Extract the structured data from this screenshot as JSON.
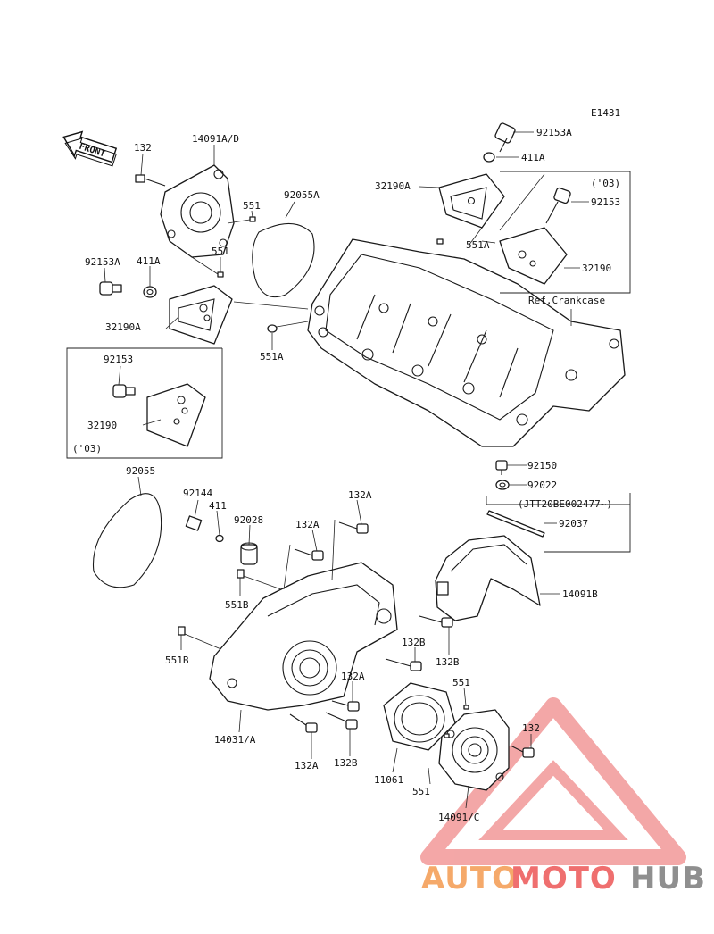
{
  "diagram_code": "E1431",
  "front_label": "FRONT",
  "ref_label": "Ref.Crankcase",
  "callouts": {
    "c132_top": "132",
    "c14091AD": "14091A/D",
    "c92055A": "92055A",
    "c551_a": "551",
    "c551_b": "551",
    "c92153A_left": "92153A",
    "c411A_left": "411A",
    "c32190A_left": "32190A",
    "c551A_mid": "551A",
    "c92153_box": "92153",
    "c32190_box": "32190",
    "c03_left": "('03)",
    "c92153A_right": "92153A",
    "c411A_right": "411A",
    "c32190A_right": "32190A",
    "c551A_right": "551A",
    "c03_right": "('03)",
    "c92153_right": "92153",
    "c32190_right": "32190",
    "c92055": "92055",
    "c92144": "92144",
    "c411": "411",
    "c92028": "92028",
    "c132A_1": "132A",
    "c132A_2": "132A",
    "c551B_1": "551B",
    "c551B_2": "551B",
    "c92150": "92150",
    "c92022": "92022",
    "c_jtt": "(JTT20BE002477~)",
    "c92037": "92037",
    "c14091B": "14091B",
    "c132B_1": "132B",
    "c132B_2": "132B",
    "c132A_3": "132A",
    "c551_c": "551",
    "c132_right": "132",
    "c14031A": "14031/A",
    "c132A_4": "132A",
    "c132B_3": "132B",
    "c11061": "11061",
    "c551_d": "551",
    "c14091C": "14091/C"
  },
  "watermark": {
    "part1": "AUTO",
    "part2": "MOTO",
    "part3": "HUB",
    "colors": {
      "auto": "#f5a96a",
      "moto": "#ef6f6f",
      "hub": "#8f8f8f",
      "triangle": "#f08a8a"
    }
  }
}
